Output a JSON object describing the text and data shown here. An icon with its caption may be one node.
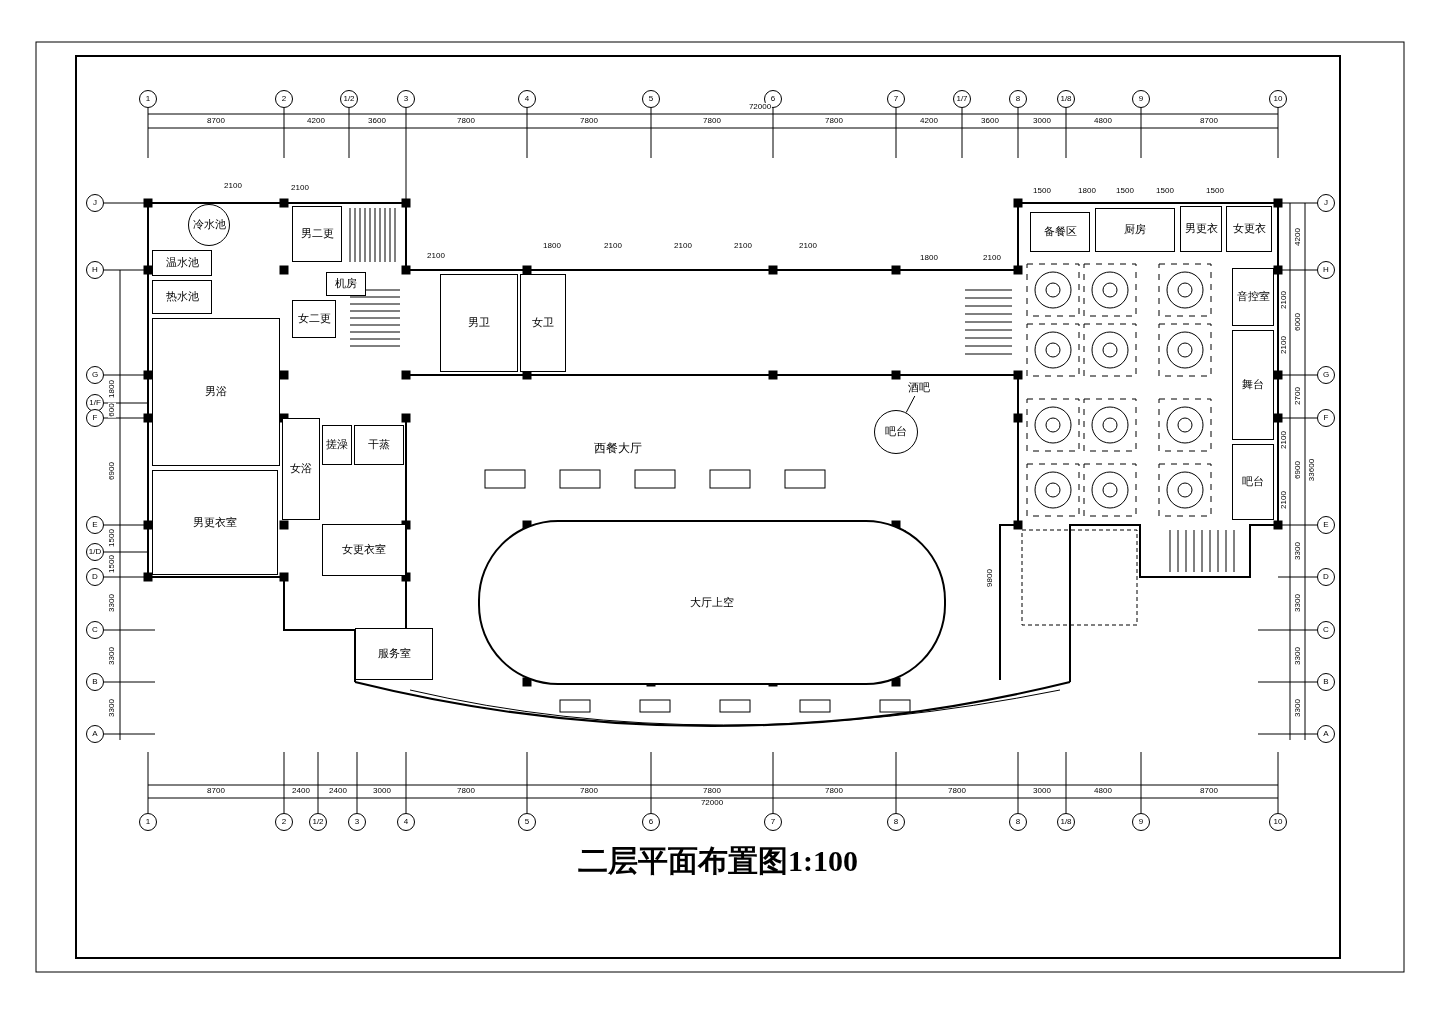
{
  "diagram": {
    "title": "二层平面布置图1:100",
    "nodes": [
      {
        "text": [
          "冷水池"
        ]
      },
      {
        "text": [
          "温水池"
        ]
      },
      {
        "text": [
          "热水池"
        ]
      },
      {
        "text": [
          "男二更"
        ]
      },
      {
        "text": [
          "机房"
        ]
      },
      {
        "text": [
          "女二更"
        ]
      },
      {
        "text": [
          "男浴"
        ]
      },
      {
        "text": [
          "搓澡"
        ]
      },
      {
        "text": [
          "干蒸"
        ]
      },
      {
        "text": [
          "女浴"
        ]
      },
      {
        "text": [
          "男更衣室"
        ]
      },
      {
        "text": [
          "女更衣室"
        ]
      },
      {
        "text": [
          "男卫"
        ]
      },
      {
        "text": [
          "女卫"
        ]
      },
      {
        "text": [
          "吧台"
        ]
      },
      {
        "text": [
          "酒吧"
        ]
      },
      {
        "text": [
          "大厅上空"
        ]
      },
      {
        "text": [
          "服务室"
        ]
      },
      {
        "text": [
          "备餐区"
        ]
      },
      {
        "text": [
          "厨房"
        ]
      },
      {
        "text": [
          "男更衣"
        ]
      },
      {
        "text": [
          "女更衣"
        ]
      },
      {
        "text": [
          "音控室"
        ]
      },
      {
        "text": [
          "舞台"
        ]
      },
      {
        "text": [
          "吧台"
        ]
      }
    ],
    "edges": [
      {
        "from": 15,
        "to": 14,
        "arrow": "none"
      }
    ],
    "labels": [
      "1",
      "2",
      "1/2",
      "3",
      "4",
      "5",
      "6",
      "7",
      "1/7",
      "8",
      "1/8",
      "9",
      "10",
      "72000",
      "8700",
      "4200",
      "3600",
      "7800",
      "7800",
      "7800",
      "7800",
      "4200",
      "3600",
      "3000",
      "4800",
      "8700",
      "2100",
      "2100",
      "2100",
      "1800",
      "2100",
      "2100",
      "2100",
      "2100",
      "1800",
      "2100",
      "1500",
      "1800",
      "1500",
      "1500",
      "1500",
      "J",
      "H",
      "G",
      "1/F",
      "F",
      "E",
      "1/D",
      "D",
      "C",
      "B",
      "A",
      "1800",
      "600",
      "6900",
      "1500",
      "1500",
      "3300",
      "3300",
      "3300",
      "西餐大厅",
      "J",
      "H",
      "G",
      "F",
      "E",
      "D",
      "C",
      "B",
      "A",
      "4200",
      "2100",
      "6000",
      "2100",
      "2700",
      "2100",
      "6900",
      "2100",
      "33600",
      "3300",
      "3300",
      "3300",
      "3300",
      "9800",
      "8700",
      "2400",
      "2400",
      "3000",
      "7800",
      "7800",
      "7800",
      "7800",
      "7800",
      "3000",
      "4800",
      "8700",
      "72000",
      "1",
      "2",
      "1/2",
      "3",
      "4",
      "5",
      "6",
      "7",
      "8",
      "8",
      "1/8",
      "9",
      "10"
    ]
  }
}
